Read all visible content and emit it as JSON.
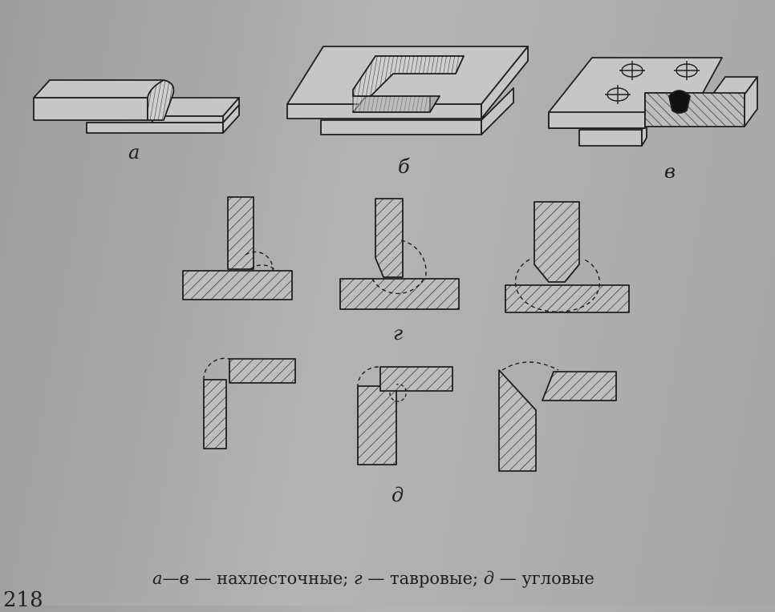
{
  "labels": {
    "a": "а",
    "b": "б",
    "v": "в",
    "g": "г",
    "d": "д"
  },
  "caption": {
    "part1_letters": "а—в",
    "part1_text": " — нахлесточные; ",
    "part2_letter": "г",
    "part2_text": " — тавровые; ",
    "part3_letter": "д",
    "part3_text": " — угловые"
  },
  "page_number": "218",
  "colors": {
    "paper": "#a8a8a8",
    "ink": "#1e1e1e",
    "face": "#c4c4c4"
  }
}
